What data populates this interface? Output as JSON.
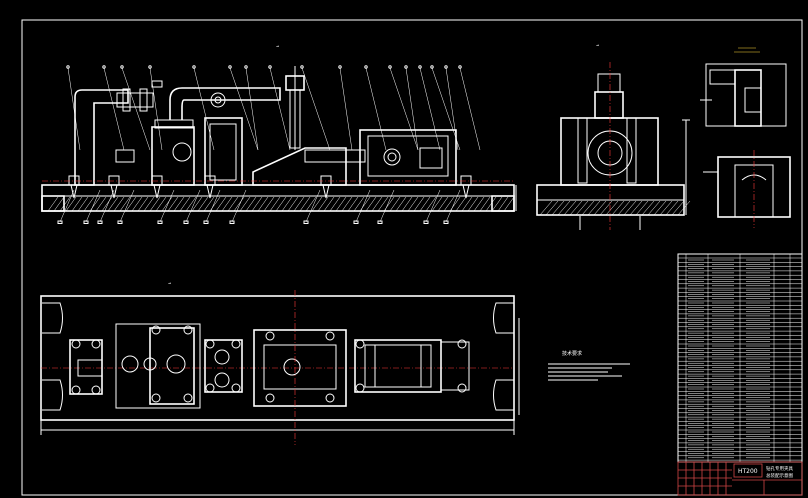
{
  "drawing": {
    "notes_title": "技术要求",
    "title_block": {
      "material": "HT200",
      "drawing_name_line1": "钻孔专用夹具",
      "drawing_name_line2": "总装配示意图"
    }
  },
  "colors": {
    "background": "#000000",
    "lines": "#ffffff",
    "centerline": "#ff3a3a",
    "title_block_border": "#d24545",
    "dimension": "#ffd83a"
  }
}
